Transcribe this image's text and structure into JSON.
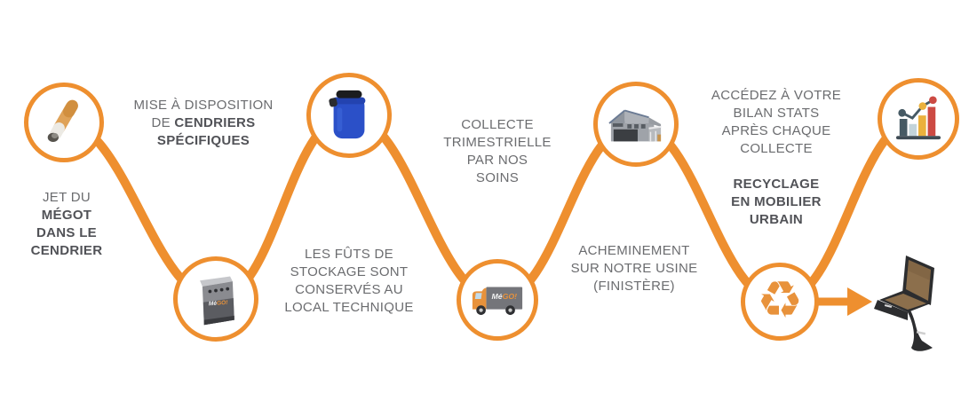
{
  "diagram_title": "Cigarette butt recycling process flow",
  "brand": {
    "name": "MéGO!",
    "part_white": "Mé",
    "part_orange": "GO!"
  },
  "recycle_symbol": "♻",
  "colors": {
    "accent_orange": "#EE8F2F",
    "icon_orange": "#E8923B",
    "text_gray": "#6b6c6f",
    "text_dark": "#515257",
    "barrel_blue": "#2B50C8",
    "bar_slate": "#465A64",
    "bar_lightblue": "#C3D4DA",
    "bar_yellow": "#EBB13D",
    "bar_red": "#CC4A43",
    "cork_brown": "#8C6F4C",
    "frame_black": "#2C2D2F"
  },
  "steps": [
    {
      "icon": "cigarette-icon",
      "position": "top-1"
    },
    {
      "icon": "ashtray-icon",
      "position": "bottom-1"
    },
    {
      "icon": "storage-drum-icon",
      "position": "top-2"
    },
    {
      "icon": "collection-van-icon",
      "position": "bottom-2"
    },
    {
      "icon": "factory-icon",
      "position": "top-3"
    },
    {
      "icon": "recycling-icon",
      "position": "bottom-3"
    },
    {
      "icon": "stats-chart-icon",
      "position": "top-4"
    }
  ],
  "labels": {
    "provide": {
      "lines": [
        [
          {
            "t": "MISE À DISPOSITION",
            "b": false
          }
        ],
        [
          {
            "t": "DE ",
            "b": false
          },
          {
            "t": "CENDRIERS",
            "b": true
          }
        ],
        [
          {
            "t": "SPÉCIFIQUES",
            "b": true
          }
        ]
      ]
    },
    "throw": {
      "lines": [
        [
          {
            "t": "JET DU",
            "b": false
          }
        ],
        [
          {
            "t": "MÉGOT",
            "b": true
          }
        ],
        [
          {
            "t": "DANS LE",
            "b": true
          }
        ],
        [
          {
            "t": "CENDRIER",
            "b": true
          }
        ]
      ]
    },
    "storage": {
      "lines": [
        [
          {
            "t": "LES FÛTS DE",
            "b": false
          }
        ],
        [
          {
            "t": "STOCKAGE SONT",
            "b": false
          }
        ],
        [
          {
            "t": "CONSERVÉS AU",
            "b": false
          }
        ],
        [
          {
            "t": "LOCAL TECHNIQUE",
            "b": false
          }
        ]
      ]
    },
    "collection": {
      "lines": [
        [
          {
            "t": "COLLECTE",
            "b": false
          }
        ],
        [
          {
            "t": "TRIMESTRIELLE",
            "b": false
          }
        ],
        [
          {
            "t": "PAR NOS",
            "b": false
          }
        ],
        [
          {
            "t": "SOINS",
            "b": false
          }
        ]
      ]
    },
    "transport": {
      "lines": [
        [
          {
            "t": "ACHEMINEMENT",
            "b": false
          }
        ],
        [
          {
            "t": "SUR NOTRE USINE",
            "b": false
          }
        ],
        [
          {
            "t": "(FINISTÈRE)",
            "b": false
          }
        ]
      ]
    },
    "stats": {
      "lines": [
        [
          {
            "t": "ACCÉDEZ À VOTRE",
            "b": false
          }
        ],
        [
          {
            "t": "BILAN STATS",
            "b": false
          }
        ],
        [
          {
            "t": "APRÈS CHAQUE",
            "b": false
          }
        ],
        [
          {
            "t": "COLLECTE",
            "b": false
          }
        ]
      ]
    },
    "recycle": {
      "lines": [
        [
          {
            "t": "RECYCLAGE",
            "b": true
          }
        ],
        [
          {
            "t": "EN MOBILIER",
            "b": true
          }
        ],
        [
          {
            "t": "URBAIN",
            "b": true
          }
        ]
      ]
    }
  }
}
